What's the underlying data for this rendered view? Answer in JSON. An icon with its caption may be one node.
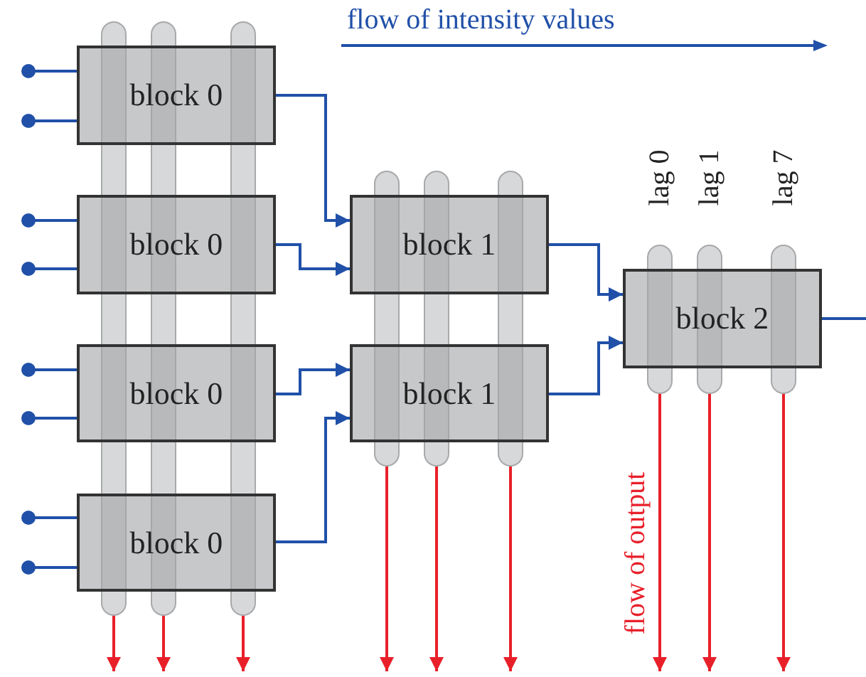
{
  "diagram": {
    "nodes": [
      {
        "text": [
          "block 0"
        ]
      },
      {
        "text": [
          "block 0"
        ]
      },
      {
        "text": [
          "block 0"
        ]
      },
      {
        "text": [
          "block 0"
        ]
      },
      {
        "text": [
          "block 1"
        ]
      },
      {
        "text": [
          "block 1"
        ]
      },
      {
        "text": [
          "block 2"
        ]
      },
      {
        "text": [],
        "shape": "bar"
      },
      {
        "text": [],
        "shape": "bar"
      },
      {
        "text": [],
        "shape": "bar"
      },
      {
        "text": [],
        "shape": "bar"
      },
      {
        "text": [],
        "shape": "bar"
      },
      {
        "text": [],
        "shape": "bar"
      },
      {
        "text": [],
        "shape": "bar"
      },
      {
        "text": [],
        "shape": "bar"
      },
      {
        "text": [],
        "shape": "bar"
      }
    ],
    "edges": [
      {
        "from": null,
        "to": 0,
        "arrow": "other"
      },
      {
        "from": null,
        "to": 0,
        "arrow": "other"
      },
      {
        "from": null,
        "to": 1,
        "arrow": "other"
      },
      {
        "from": null,
        "to": 1,
        "arrow": "other"
      },
      {
        "from": null,
        "to": 2,
        "arrow": "other"
      },
      {
        "from": null,
        "to": 2,
        "arrow": "other"
      },
      {
        "from": null,
        "to": 3,
        "arrow": "other"
      },
      {
        "from": null,
        "to": 3,
        "arrow": "other"
      },
      {
        "from": 0,
        "to": 4,
        "arrow": "to"
      },
      {
        "from": 1,
        "to": 4,
        "arrow": "to"
      },
      {
        "from": 2,
        "to": 5,
        "arrow": "to"
      },
      {
        "from": 3,
        "to": 5,
        "arrow": "to"
      },
      {
        "from": 4,
        "to": 6,
        "arrow": "to"
      },
      {
        "from": 5,
        "to": 6,
        "arrow": "to"
      },
      {
        "from": 6,
        "to": null,
        "arrow": "none"
      },
      {
        "from": 7,
        "to": null,
        "arrow": "to",
        "color": "#e8202a"
      },
      {
        "from": 8,
        "to": null,
        "arrow": "to",
        "color": "#e8202a"
      },
      {
        "from": 9,
        "to": null,
        "arrow": "to",
        "color": "#e8202a"
      },
      {
        "from": 10,
        "to": null,
        "arrow": "to",
        "color": "#e8202a"
      },
      {
        "from": 11,
        "to": null,
        "arrow": "to",
        "color": "#e8202a"
      },
      {
        "from": 12,
        "to": null,
        "arrow": "to",
        "color": "#e8202a"
      },
      {
        "from": 13,
        "to": null,
        "arrow": "to",
        "color": "#e8202a"
      },
      {
        "from": 14,
        "to": null,
        "arrow": "to",
        "color": "#e8202a"
      },
      {
        "from": 15,
        "to": null,
        "arrow": "to",
        "color": "#e8202a"
      }
    ],
    "labels": [
      "flow of intensity values",
      "lag 0",
      "lag 1",
      "lag 7",
      "flow of output"
    ]
  }
}
